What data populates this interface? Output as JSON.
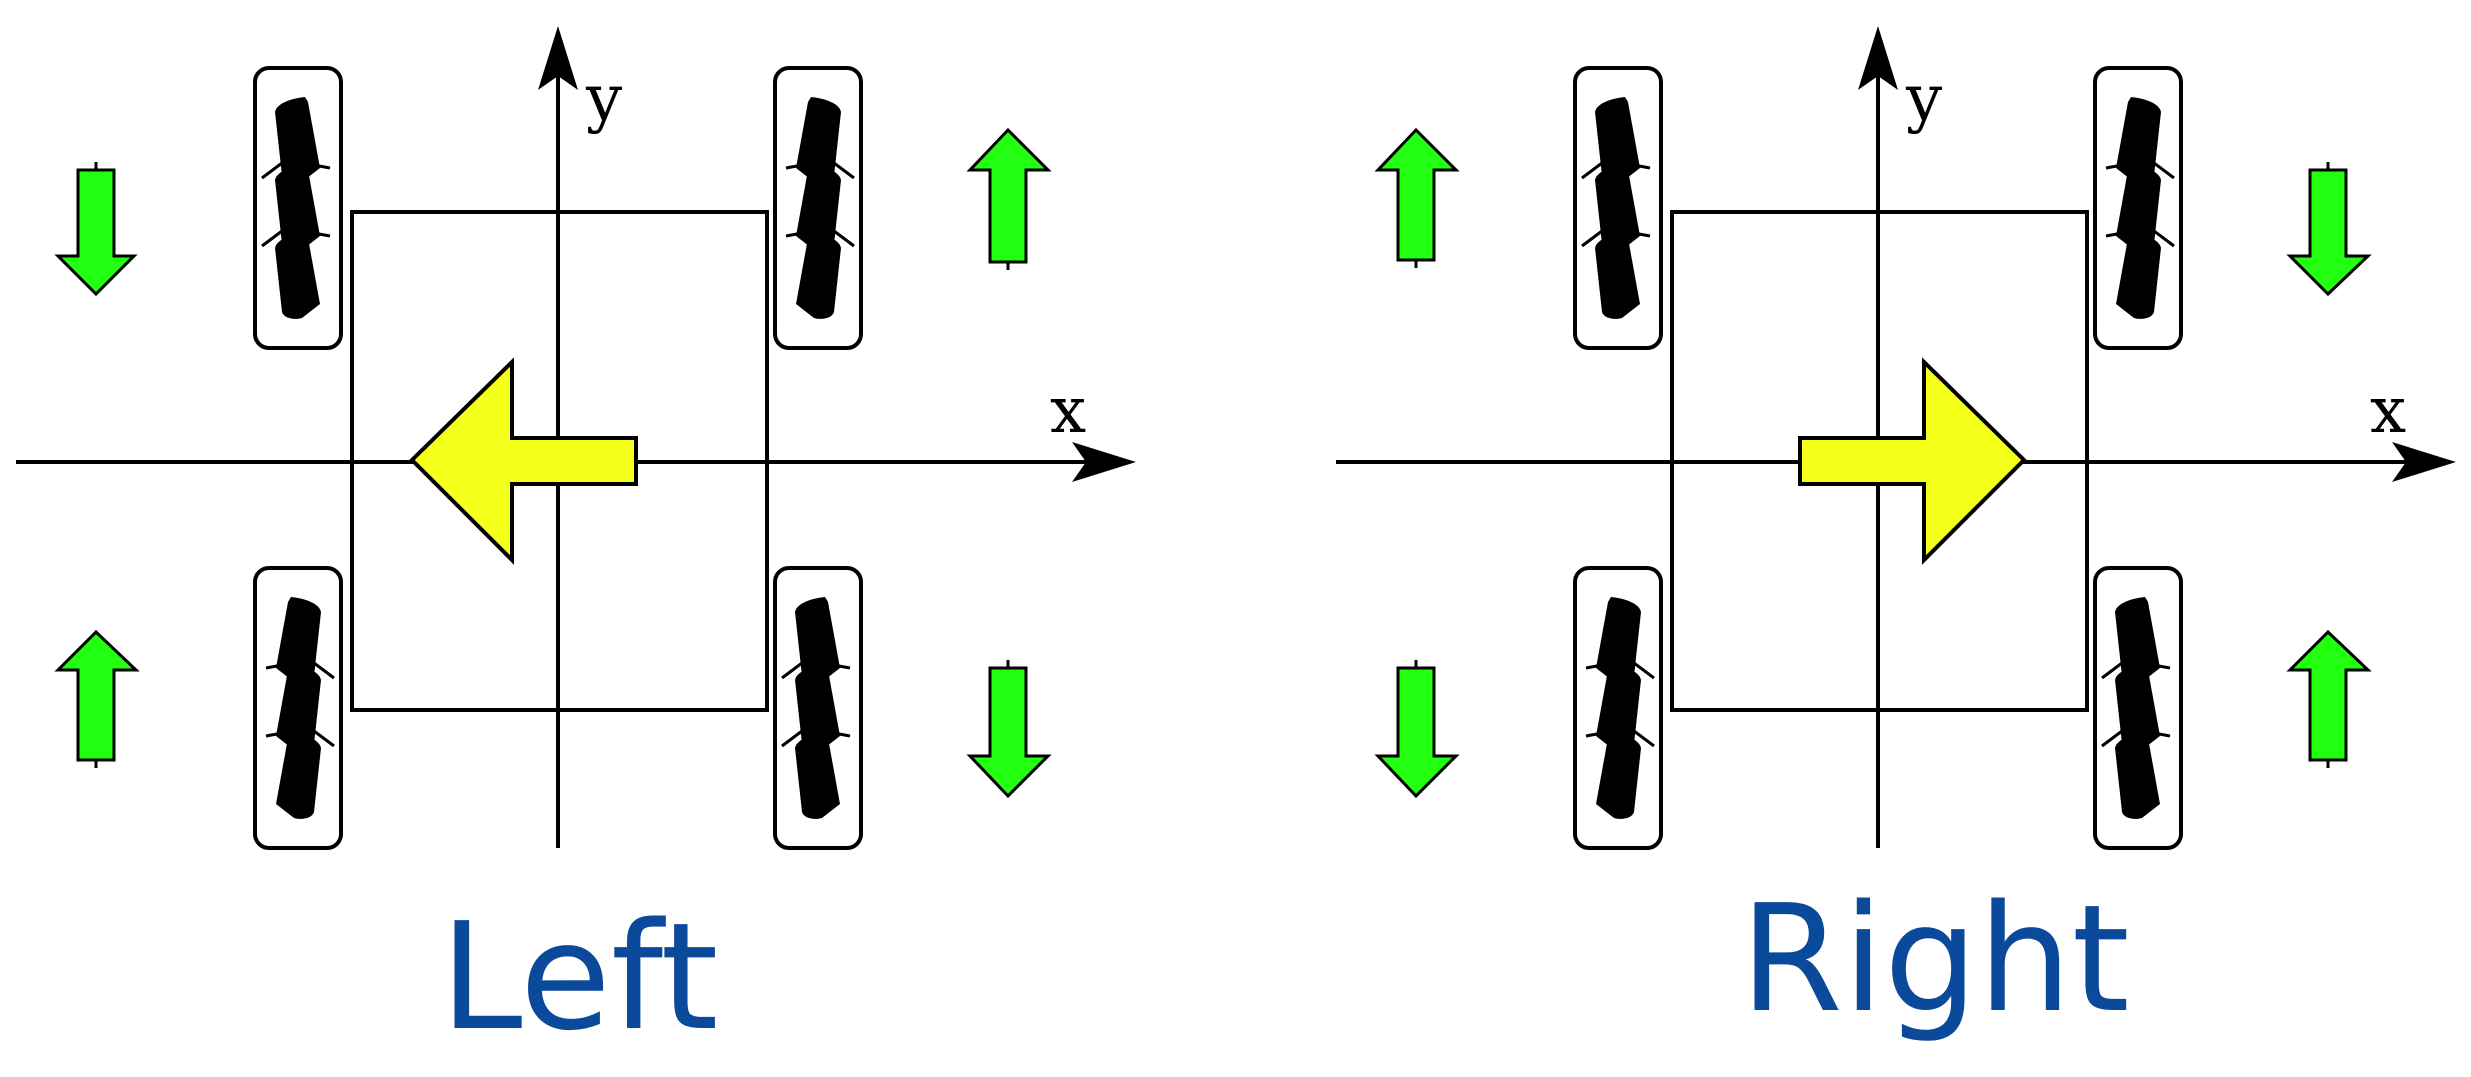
{
  "colors": {
    "caption": "#0b4a9a",
    "direction_arrow": "#f4ff1a",
    "wheel_arrow": "#22ff11",
    "stroke": "#000000"
  },
  "panels": [
    {
      "id": "left",
      "caption": "Left",
      "x_axis_label": "x",
      "y_axis_label": "y",
      "motion_direction": "left",
      "wheel_arrows": {
        "front_left": "down",
        "front_right": "up",
        "rear_left": "up",
        "rear_right": "down"
      }
    },
    {
      "id": "right",
      "caption": "Right",
      "x_axis_label": "x",
      "y_axis_label": "y",
      "motion_direction": "right",
      "wheel_arrows": {
        "front_left": "up",
        "front_right": "down",
        "rear_left": "down",
        "rear_right": "up"
      }
    }
  ]
}
